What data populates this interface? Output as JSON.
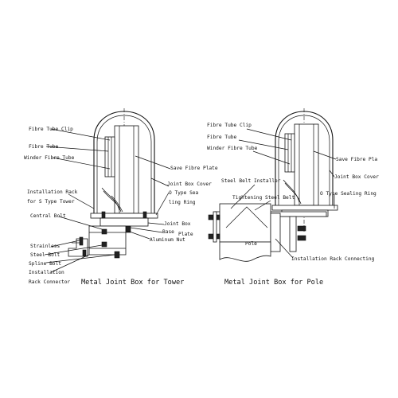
{
  "left_figure": {
    "caption": "Metal Joint Box for Tower",
    "labels": {
      "fibre_tube_clip": "Fibre Tube Clip",
      "fibre_tube": "Fibre Tube",
      "winder_fibre_tube": "Winder Fibre Tube",
      "save_fibre_plate": "Save Fibre Plate",
      "joint_box_cover": "Joint Box Cover",
      "o_type_sealing_ring_1": "O Type Sea",
      "o_type_sealing_ring_2": "ling Ring",
      "installation_rack_1": "Installation Rack",
      "installation_rack_2": "for S Type Tower",
      "central_bolt": "Central Bolt",
      "joint_box": "Joint Box",
      "base_plate_1": "Base",
      "base_plate_2": "Plate",
      "aluminum_nut": "Aluminum Nut",
      "strainless": "Strainless",
      "steel_bolt": "Steel Bolt",
      "spline_bolt": "Spline Bolt",
      "installation": "Installation",
      "rack_connector": "Rack Connector"
    }
  },
  "right_figure": {
    "caption": "Metal Joint Box for Pole",
    "labels": {
      "fibre_tube_clip": "Fibre Tube Clip",
      "fibre_tube": "Fibre Tube",
      "winder_fibre_tube": "Winder Fibre Tube",
      "save_fibre_plate": "Save Fibre Pla",
      "joint_box_cover": "Joint Box Cover",
      "steel_belt_installer": "Steel Belt Installer",
      "tightening_steel_belt": "Tightening Steel Belt",
      "o_type_sealing_ring": "O Type Sealing Ring",
      "pole": "Pole",
      "installation_rack_connecting": "Installation Rack Connecting"
    }
  }
}
